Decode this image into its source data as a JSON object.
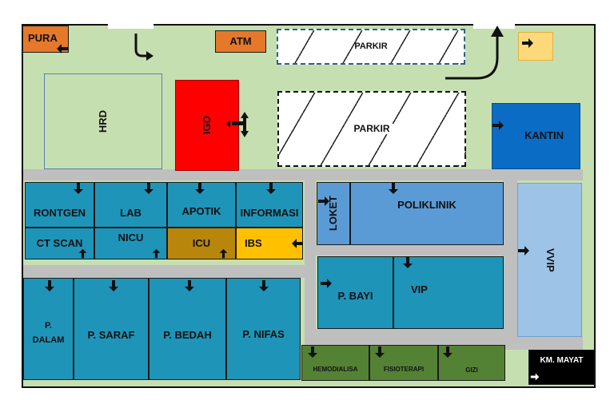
{
  "map": {
    "outdoor": {
      "pura": "PURA",
      "atm": "ATM",
      "parkir_top": "PARKIR",
      "parkir_mid": "PARKIR",
      "hrd": "HRD",
      "igd": "IGD",
      "kantin": "KANTIN"
    },
    "west_block": {
      "rontgen": "RONTGEN",
      "lab": "LAB",
      "apotik": "APOTIK",
      "informasi": "INFORMASI",
      "ct_scan": "CT SCAN",
      "nicu": "NICU",
      "icu": "ICU",
      "ibs": "IBS"
    },
    "east_block": {
      "loket": "LOKET",
      "poliklinik": "POLIKLINIK",
      "p_bayi": "P. BAYI",
      "vip": "VIP",
      "vvip": "VVIP"
    },
    "wards": {
      "p_dalam_line1": "P.",
      "p_dalam_line2": "DALAM",
      "p_saraf": "P. SARAF",
      "p_bedah": "P. BEDAH",
      "p_nifas": "P. NIFAS"
    },
    "therapy": {
      "hemodialisa": "HEMODIALISA",
      "fisioterapi": "FISIOTERAPI",
      "gizi": "GIZI"
    },
    "km_mayat": "KM. MAYAT"
  },
  "colors": {
    "grass": "#c6dfb1",
    "road": "#bfbfbf",
    "orange": "#e6782a",
    "igd_red": "#ff0000",
    "kantin_blue": "#0a6cc4",
    "teal": "#1f94b9",
    "icu_gold": "#b8860b",
    "ibs_yellow": "#ffc000",
    "light_blue": "#5b9bd5",
    "vvip_blue": "#9dc3e6",
    "therapy_green": "#548235",
    "km_mayat": "#000000"
  }
}
